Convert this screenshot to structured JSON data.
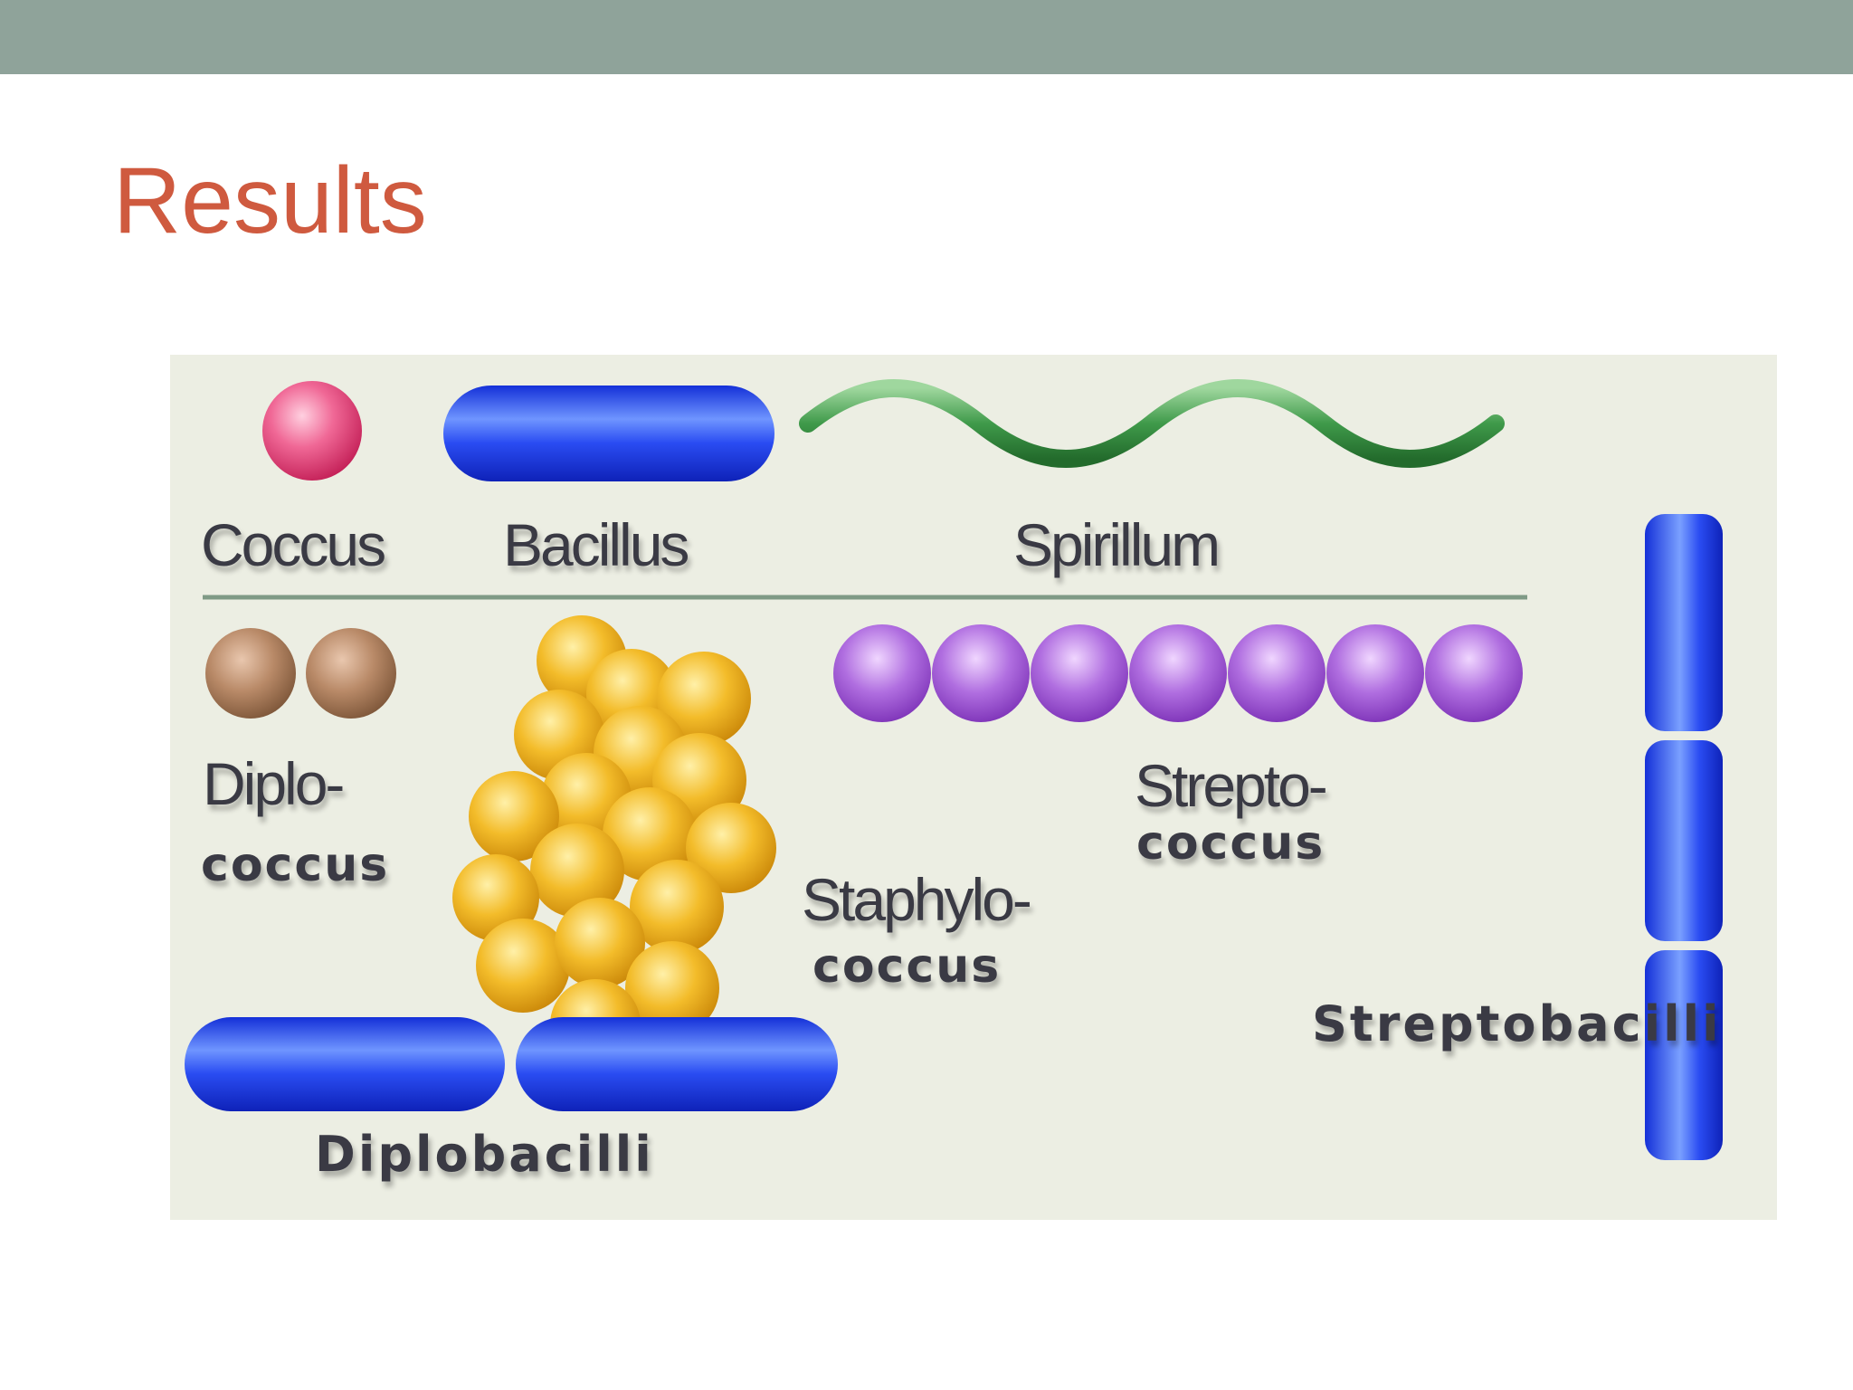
{
  "slide": {
    "title": "Results",
    "top_bar_color": "#8fa39a",
    "title_color": "#cf5a3f"
  },
  "diagram": {
    "background": "#eceee3",
    "labels": {
      "coccus": "Coccus",
      "bacillus": "Bacillus",
      "spirillum": "Spirillum",
      "diplo_line1": "Diplo-",
      "diplo_line2": "coccus",
      "strepto_line1": "Strepto-",
      "strepto_line2": "coccus",
      "staphylo_line1": "Staphylo-",
      "staphylo_line2": "coccus",
      "streptobacilli": "Streptobacilli",
      "diplobacilli": "Diplobacilli"
    },
    "colors": {
      "coccus": "#e8437a",
      "bacillus": "#1f3ff0",
      "spirillum": "#3c9a4a",
      "diplococcus": "#a9795a",
      "staphylococcus": "#f0b21c",
      "streptococcus": "#9b4fd0",
      "divider": "#7f9a86"
    },
    "counts": {
      "diplococcus": 2,
      "streptococcus": 7,
      "staphylococcus": 17,
      "diplobacilli": 2,
      "streptobacilli": 3
    }
  }
}
